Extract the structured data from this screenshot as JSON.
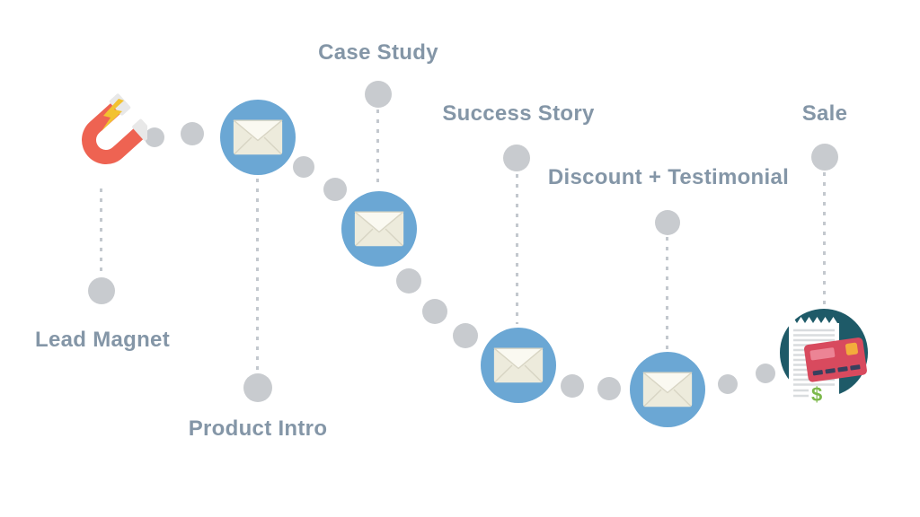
{
  "diagram": {
    "nodes": [
      {
        "id": "lead-magnet",
        "label": "Lead Magnet",
        "icon": "magnet-icon"
      },
      {
        "id": "product-intro",
        "label": "Product Intro",
        "icon": "envelope-icon"
      },
      {
        "id": "case-study",
        "label": "Case Study",
        "icon": "envelope-icon"
      },
      {
        "id": "success-story",
        "label": "Success Story",
        "icon": "envelope-icon"
      },
      {
        "id": "discount-testimonial",
        "label": "Discount + Testimonial",
        "icon": "envelope-icon"
      },
      {
        "id": "sale",
        "label": "Sale",
        "icon": "receipt-credit-card-icon"
      }
    ],
    "sale_dollar_sign": "$",
    "colors": {
      "label_text": "#8496A7",
      "node_blue": "#6BA7D4",
      "dot_gray": "#C8CBCF",
      "dash_gray": "#C3C8CE",
      "envelope_cream": "#EDEBDC",
      "envelope_flap_white": "#FAF9F1",
      "envelope_line": "#D8D5C4",
      "magnet_red": "#EE6352",
      "magnet_tip_silver": "#E8E8E8",
      "lightning_yellow": "#F2C230",
      "sale_teal": "#1E5A68",
      "receipt_white": "#FFFFFF",
      "receipt_line_gray": "#D9DCDE",
      "card_red": "#D84A5E",
      "card_light_red": "#EC8495",
      "chip_orange": "#F3AC3C",
      "card_stripe_dark": "#39405E",
      "dollar_green": "#7CB94B"
    }
  }
}
